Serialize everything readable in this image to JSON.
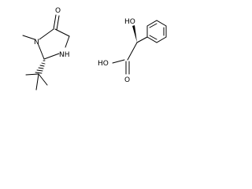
{
  "colors": {
    "background": "#ffffff",
    "ink": "#000000"
  },
  "molecules": [
    {
      "atoms": {
        "carbonyl_oxygen": "O",
        "ring_nitrogen_methyl": "N",
        "ring_nitrogen_h": "NH"
      }
    },
    {
      "atoms": {
        "hydroxyl": "HO",
        "acid_hydroxyl": "HO",
        "acid_carbonyl_oxygen": "O"
      }
    }
  ]
}
